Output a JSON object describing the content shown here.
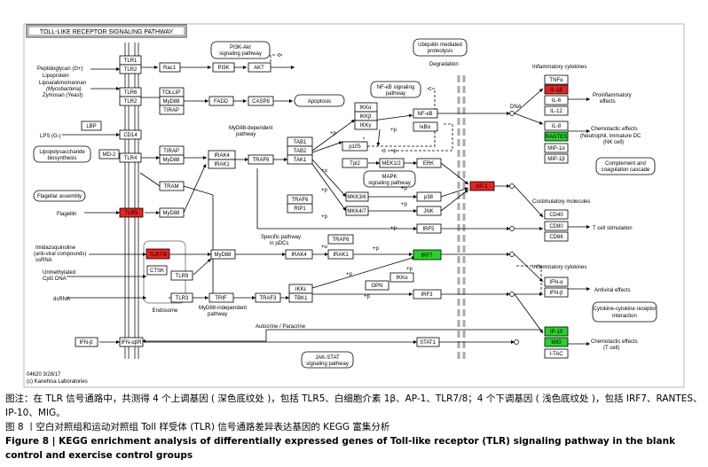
{
  "pathway": {
    "title": "TOLL-LIKE RECEPTOR SIGNALING PATHWAY",
    "map_code": "04620 3/28/17",
    "copyright": "(c) Kanehisa Laboratories",
    "status_colors": {
      "upregulated": "#e8231f",
      "downregulated": "#28d228",
      "unchanged": "#ffffff"
    }
  },
  "nodes": {
    "tlr1": "TLR1",
    "tlr2a": "TLR2",
    "tlr6": "TLR6",
    "tlr2b": "TLR2",
    "lbp": "LBP",
    "cd14": "CD14",
    "md2": "MD-2",
    "tlr4": "TLR4",
    "tlr5": "TLR5",
    "tlr7": "TLR7/8",
    "ctsk": "CTSK",
    "tlr9": "TLR9",
    "tlr3": "TLR3",
    "ifnar": "IFN-αβR",
    "ifnb_in": "IFN-β",
    "rac1": "Rac1",
    "p13k": "PI3K",
    "akt": "AKT",
    "tollip": "TOLLIP",
    "myd88a": "MyD88",
    "tirap_a": "TIRAP",
    "fadd": "FADD",
    "casp8": "CASP8",
    "tirap_b": "TIRAP",
    "myd88b": "MyD88",
    "tram": "TRAM",
    "myd88c": "MyD88",
    "myd88d": "MyD88",
    "trif": "TRIF",
    "irak4a": "IRAK4",
    "irak1a": "IRAK1",
    "traf6a": "TRAF6",
    "tab1": "TAB1",
    "tab2": "TAB2",
    "tak1": "TAK1",
    "ikka": "IKKα",
    "ikkb": "IKKβ",
    "ikkg": "IKKγ",
    "nfkb": "NF-κB",
    "ikba": "IκBα",
    "p105": "p105",
    "tpl2": "Tpl2",
    "mek12": "MEK1/2",
    "erk": "ERK",
    "traf6b": "TRAF6",
    "rip1": "RIP1",
    "mkk36": "MKK3/6",
    "mkk47": "MKK4/7",
    "p38": "p38",
    "jnk": "JNK",
    "ap1": "AP-1",
    "irf5": "IRF5",
    "irak4b": "IRAK4",
    "irak1b": "IRAK1",
    "traf6c": "TRAF6",
    "irf7": "IRF7",
    "ikka2": "IKKα",
    "opn": "OPN",
    "traf3": "TRAF3",
    "ikke": "IKKε",
    "tbk1": "TBK1",
    "irf3": "IRF3",
    "stat1": "STAT1",
    "tnfa": "TNFα",
    "il1b": "IL-1β",
    "il6": "IL-6",
    "il12": "IL-12",
    "il8": "IL-8",
    "rantes": "RANTES",
    "mip1a": "MIP-1α",
    "mip1b": "MIP-1β",
    "cd40": "CD40",
    "cd80": "CD80",
    "cd86": "CD86",
    "ifna": "IFN-α",
    "ifnb": "IFN-β",
    "ip10": "IP-10",
    "mig": "MIG",
    "itac": "I-TAC"
  },
  "labels": {
    "pg": "Peptidoglycan (G+)",
    "lipo": "Lipoprotein",
    "lipoara": "Lipoarabinomannan",
    "myco": "(Mycobacteria)",
    "zymo": "Zymosan (Yeast)",
    "lps": "LPS (G-)",
    "lipopoly1": "Lipopolysaccharide",
    "lipopoly2": "biosynthesis",
    "flag_asm": "Flagellar assembly",
    "flagellin": "Flagellin",
    "imid1": "Imidazoquinoline",
    "imid2": "(anti-viral compounds)",
    "ssrna": "ssRNA",
    "unmeth1": "Unmethylated",
    "unmeth2": "CpG DNA",
    "dsrna": "dsRNA",
    "endosome": "Endosome",
    "pi3k1": "PI3K-Akt",
    "pi3k2": "signaling pathway",
    "apoptosis": "Apoptosis",
    "ubi1": "Ubiquitin mediated",
    "ubi2": "proteolysis",
    "degradation": "Degradation",
    "nfkb1": "NF-κB signaling",
    "nfkb2": "pathway",
    "mapk1": "MAPK",
    "mapk2": "signaling pathway",
    "myd_dep1": "MyD88-dependent",
    "myd_dep2": "pathway",
    "myd_ind1": "MyD88-independent",
    "myd_ind2": "pathway",
    "spec1": "Specific pathway",
    "spec2": "in pDCs",
    "autocrine": "Autocrine / Paracrine",
    "jak1": "JAK-STAT",
    "jak2": "signaling pathway",
    "dna": "DNA",
    "infl_cyt": "Inflammatory cytokines",
    "proinfl": "Proinflammatory",
    "effects": "effects",
    "chemo": "Chemotactic effects",
    "chemo2": "(Neutrophil, Immature DC",
    "chemo3": "(NK cell)",
    "comp1": "Complement and",
    "comp2": "coagulation cascade",
    "costim": "Costimulatory molecules",
    "tcell": "T cell stimulation",
    "infl_cyt2": "Inflammatory cytokines",
    "antiviral": "Antiviral effects",
    "cyto1": "Cytokine-cytokine receptor",
    "cyto2": "interaction",
    "chemo_t1": "Chemotactic effects",
    "chemo_t2": "(T cell)",
    "p": "+p",
    "u": "+u"
  },
  "caption": {
    "note": "图注：在 TLR 信号通路中，共测得 4 个上调基因 ( 深色底纹处 )，包括 TLR5、白细胞介素 1β、AP-1、TLR7/8；4 个下调基因 ( 浅色底纹处 )，包括 IRF7、RANTES、IP-10、MIG。",
    "cn_title": "图 8 丨空白对照组和运动对照组 Toll 样受体 (TLR) 信号通路差异表达基因的 KEGG 富集分析",
    "en_title": "Figure 8  |  KEGG enrichment analysis of differentially expressed genes of Toll-like receptor (TLR) signaling pathway in the blank control and exercise control groups"
  }
}
